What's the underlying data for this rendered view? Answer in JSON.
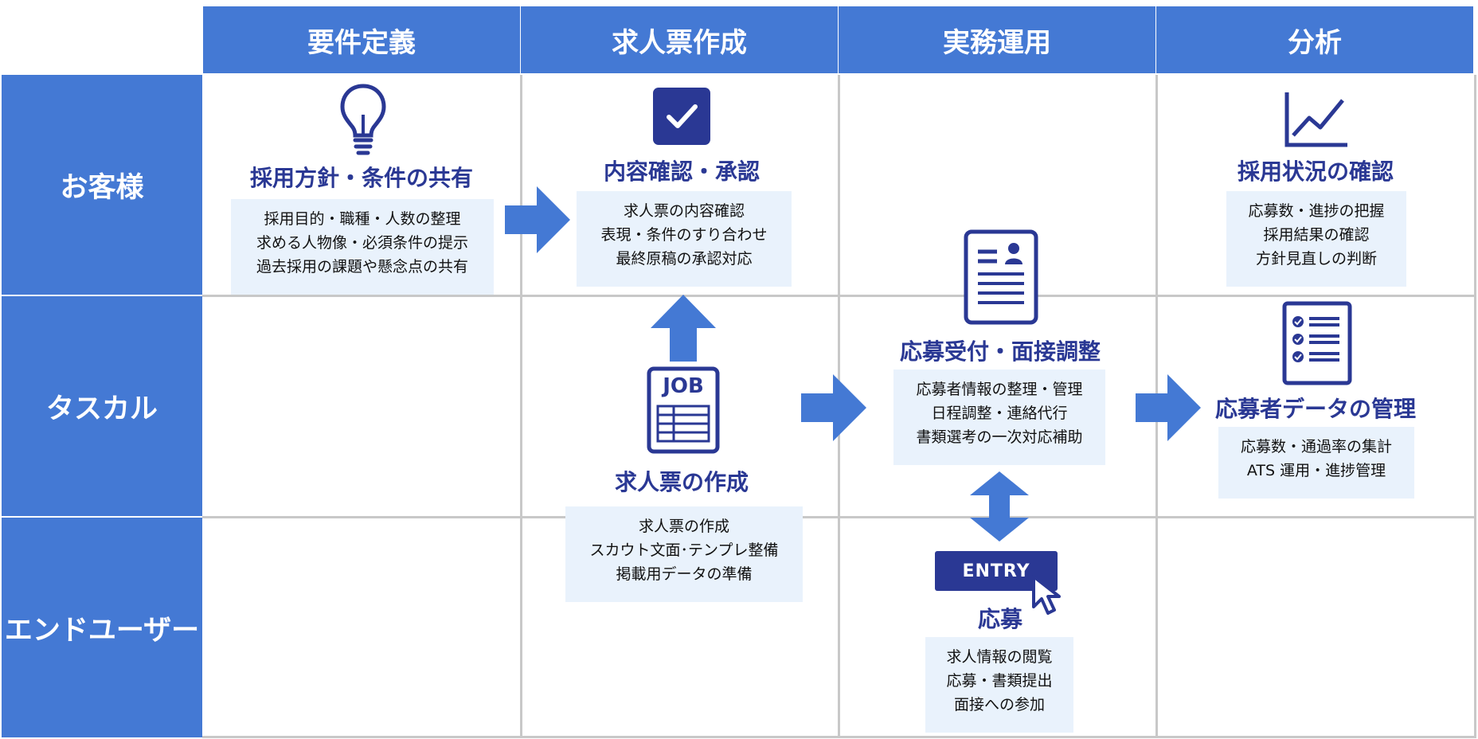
{
  "columns": [
    "要件定義",
    "求人票作成",
    "実務運用",
    "分析"
  ],
  "rows": [
    "お客様",
    "タスカル",
    "エンドユーザー"
  ],
  "cells": {
    "hiring_policy": {
      "title": "採用方針・条件の共有",
      "lines": [
        "採用目的・職種・人数の整理",
        "求める人物像・必須条件の提示",
        "過去採用の課題や懸念点の共有"
      ]
    },
    "content_check": {
      "title": "内容確認・承認",
      "lines": [
        "求人票の内容確認",
        "表現・条件のすり合わせ",
        "最終原稿の承認対応"
      ]
    },
    "hiring_status": {
      "title": "採用状況の確認",
      "lines": [
        "応募数・進捗の把握",
        "採用結果の確認",
        "方針見直しの判断"
      ]
    },
    "job_creation": {
      "title": "求人票の作成",
      "icon_text": "JOB",
      "lines": [
        "求人票の作成",
        "スカウト文面･テンプレ整備",
        "掲載用データの準備"
      ]
    },
    "application_handling": {
      "title": "応募受付・面接調整",
      "lines": [
        "応募者情報の整理・管理",
        "日程調整・連絡代行",
        "書類選考の一次対応補助"
      ]
    },
    "applicant_data": {
      "title": "応募者データの管理",
      "lines": [
        "応募数・通過率の集計",
        "ATS 運用・進捗管理"
      ]
    },
    "apply": {
      "title": "応募",
      "button_text": "ENTRY",
      "lines": [
        "求人情報の閲覧",
        "応募・書類提出",
        "面接への参加"
      ]
    }
  },
  "colors": {
    "header_bg": "#4479d4",
    "title_text": "#2a3894",
    "box_bg": "#e9f2fc",
    "grid_line": "#c8c8c8"
  }
}
